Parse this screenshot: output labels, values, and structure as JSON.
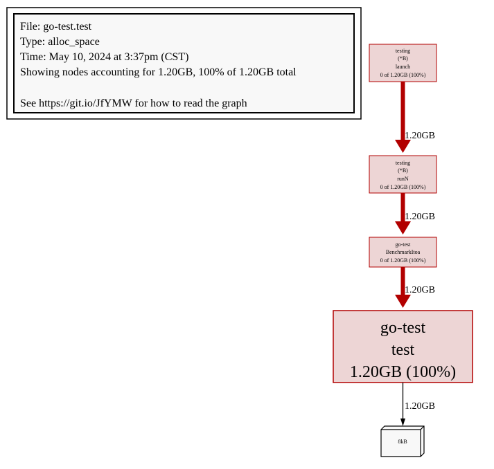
{
  "legend": {
    "file": "File: go-test.test",
    "type": "Type: alloc_space",
    "time": "Time: May 10, 2024 at 3:37pm (CST)",
    "showing": "Showing nodes accounting for 1.20GB, 100% of 1.20GB total",
    "help": "See https://git.io/JfYMW for how to read the graph"
  },
  "nodes": {
    "launch": {
      "line1": "testing",
      "line2": "(*B)",
      "line3": "launch",
      "line4": "0 of 1.20GB (100%)"
    },
    "runN": {
      "line1": "testing",
      "line2": "(*B)",
      "line3": "runN",
      "line4": "0 of 1.20GB (100%)"
    },
    "benchmark": {
      "line1": "go-test",
      "line2": "BenchmarkItoa",
      "line3": "0 of 1.20GB (100%)"
    },
    "test": {
      "line1": "go-test",
      "line2": "test",
      "line3": "1.20GB (100%)"
    },
    "alloc": {
      "label": "8kB"
    }
  },
  "edges": {
    "launch_to_runN": "1.20GB",
    "runN_to_benchmark": "1.20GB",
    "benchmark_to_test": "1.20GB",
    "test_to_alloc": "1.20GB"
  },
  "colors": {
    "node_fill": "#edd5d5",
    "node_stroke": "#b20000",
    "hot_edge": "#b20000",
    "legend_fill": "#f8f8f8",
    "alloc_fill": "#f8f8f8"
  }
}
